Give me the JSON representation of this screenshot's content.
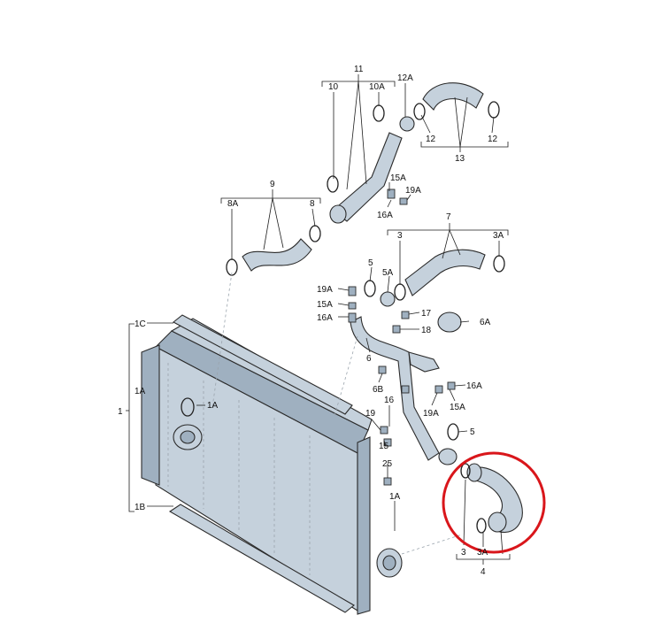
{
  "labels": {
    "l11": "11",
    "l10": "10",
    "l10A": "10A",
    "l12A": "12A",
    "l12a": "12",
    "l12b": "12",
    "l13": "13",
    "l9": "9",
    "l8A": "8A",
    "l8": "8",
    "l15Aa": "15A",
    "l19Aa": "19A",
    "l16Aa": "16A",
    "l7": "7",
    "l3a": "3",
    "l3A": "3A",
    "l5a": "5",
    "l5A": "5A",
    "l19Ab": "19A",
    "l15Ab": "15A",
    "l16Ab": "16A",
    "l17": "17",
    "l18": "18",
    "l6A": "6A",
    "l6": "6",
    "l6B": "6B",
    "l16Ac": "16A",
    "l19Ac": "19A",
    "l15Ac": "15A",
    "l19": "19",
    "l16": "16",
    "l15": "15",
    "l5b": "5",
    "l1C": "1C",
    "l1A": "1A",
    "l1": "1",
    "l1Aring": "1A",
    "l1B": "1B",
    "l25": "25",
    "l1Ab": "1A",
    "l3b": "3",
    "l3Ab": "3A",
    "l4": "4"
  },
  "highlight": {
    "color": "#d9161b"
  },
  "colors": {
    "part": "#c5d1dc",
    "part_dark": "#9fb0c0"
  }
}
